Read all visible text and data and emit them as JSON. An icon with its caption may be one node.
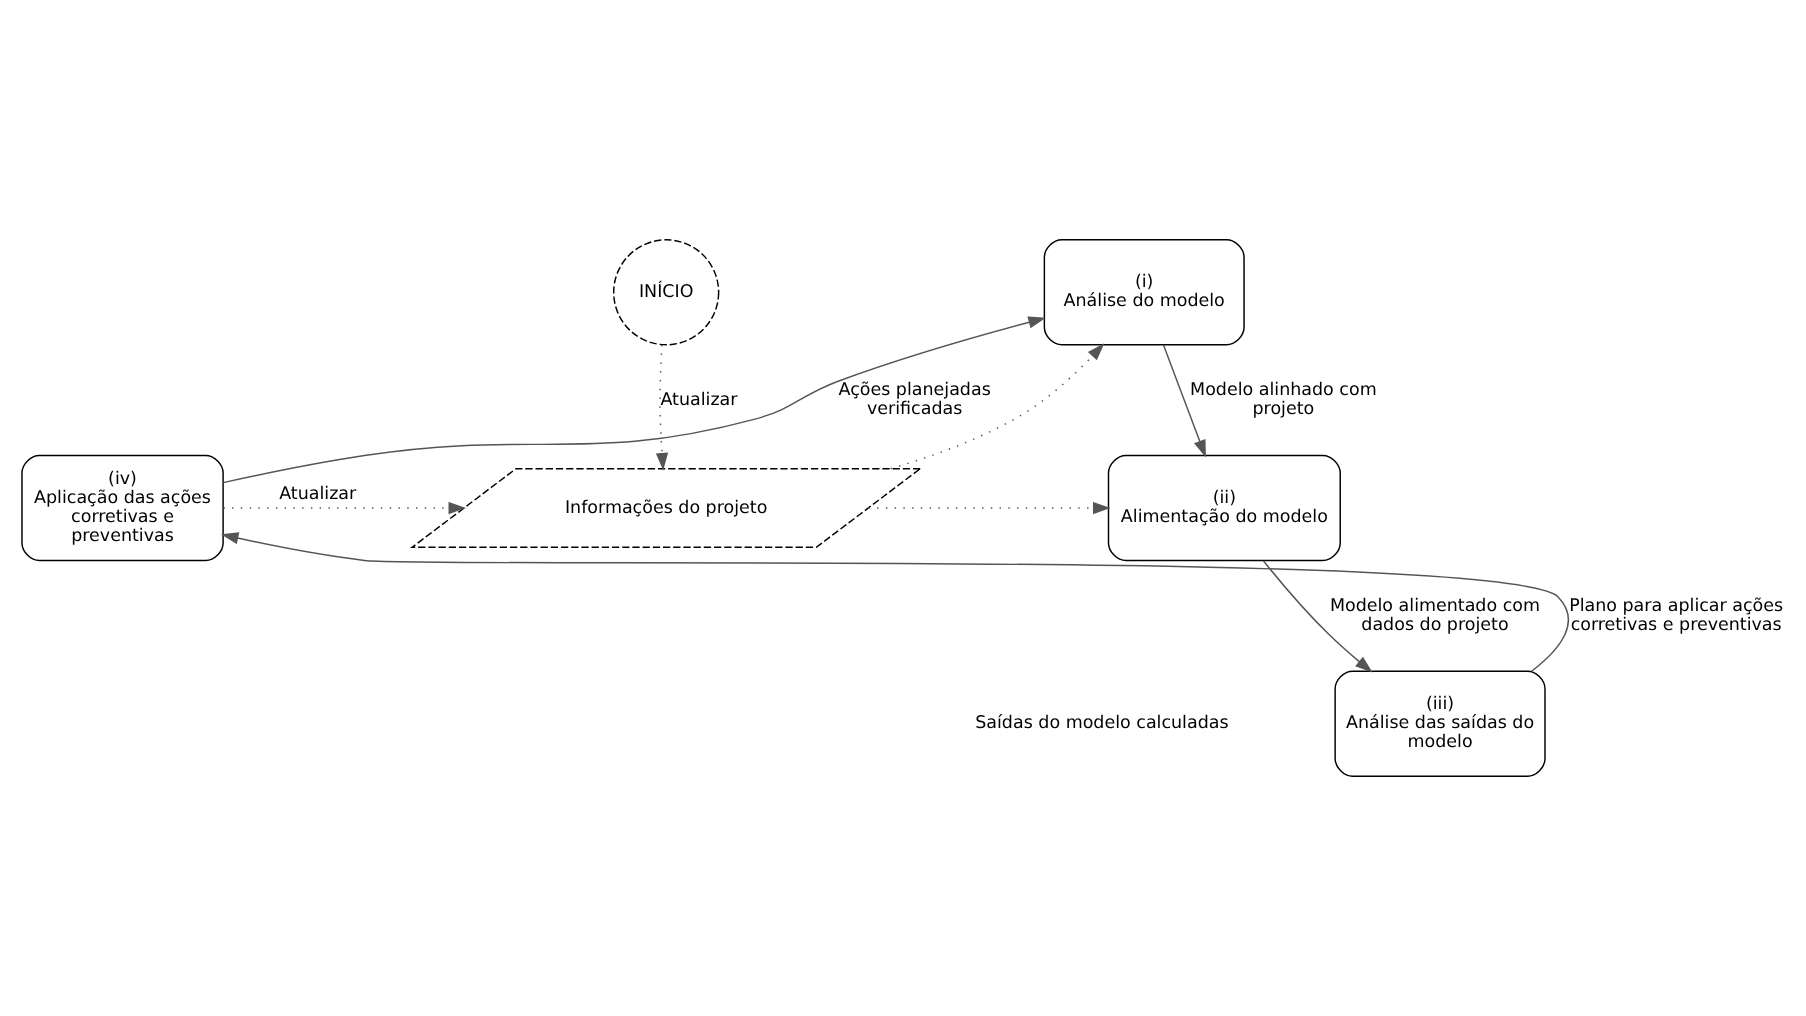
{
  "diagram": {
    "nodes": [
      {
        "text": [
          "(i)",
          "Análise do modelo"
        ]
      },
      {
        "text": [
          "(ii)",
          "Alimentação do modelo"
        ]
      },
      {
        "text": [
          "(iii)",
          "Análise das saídas do modelo"
        ]
      },
      {
        "text": [
          "(iv)",
          "Aplicação das ações corretivas e preventivas"
        ]
      },
      {
        "text": [
          "Informações do projeto"
        ]
      },
      {
        "text": [
          "INÍCIO"
        ]
      }
    ],
    "edges": [
      {
        "from": 3,
        "to": 0,
        "arrow": "to",
        "label": "Ações planejadas verificadas"
      },
      {
        "from": 0,
        "to": 1,
        "arrow": "to",
        "label": "Modelo alinhado com projeto"
      },
      {
        "from": 1,
        "to": 2,
        "arrow": "to",
        "label": "Modelo alimentado com dados do projeto"
      },
      {
        "from": 2,
        "to": 3,
        "arrow": "to",
        "label": "Plano para aplicar ações corretivas e preventivas"
      },
      {
        "from": 4,
        "to": 0,
        "arrow": "to",
        "style": "dashed"
      },
      {
        "from": 4,
        "to": 1,
        "arrow": "to",
        "style": "dashed"
      },
      {
        "from": 3,
        "to": 4,
        "arrow": "to",
        "style": "dashed",
        "label": "Atualizar"
      },
      {
        "from": 5,
        "to": 4,
        "arrow": "to",
        "style": "dashed",
        "label": "Atualizar"
      }
    ],
    "labels": [
      "Saídas do modelo calculadas"
    ]
  }
}
